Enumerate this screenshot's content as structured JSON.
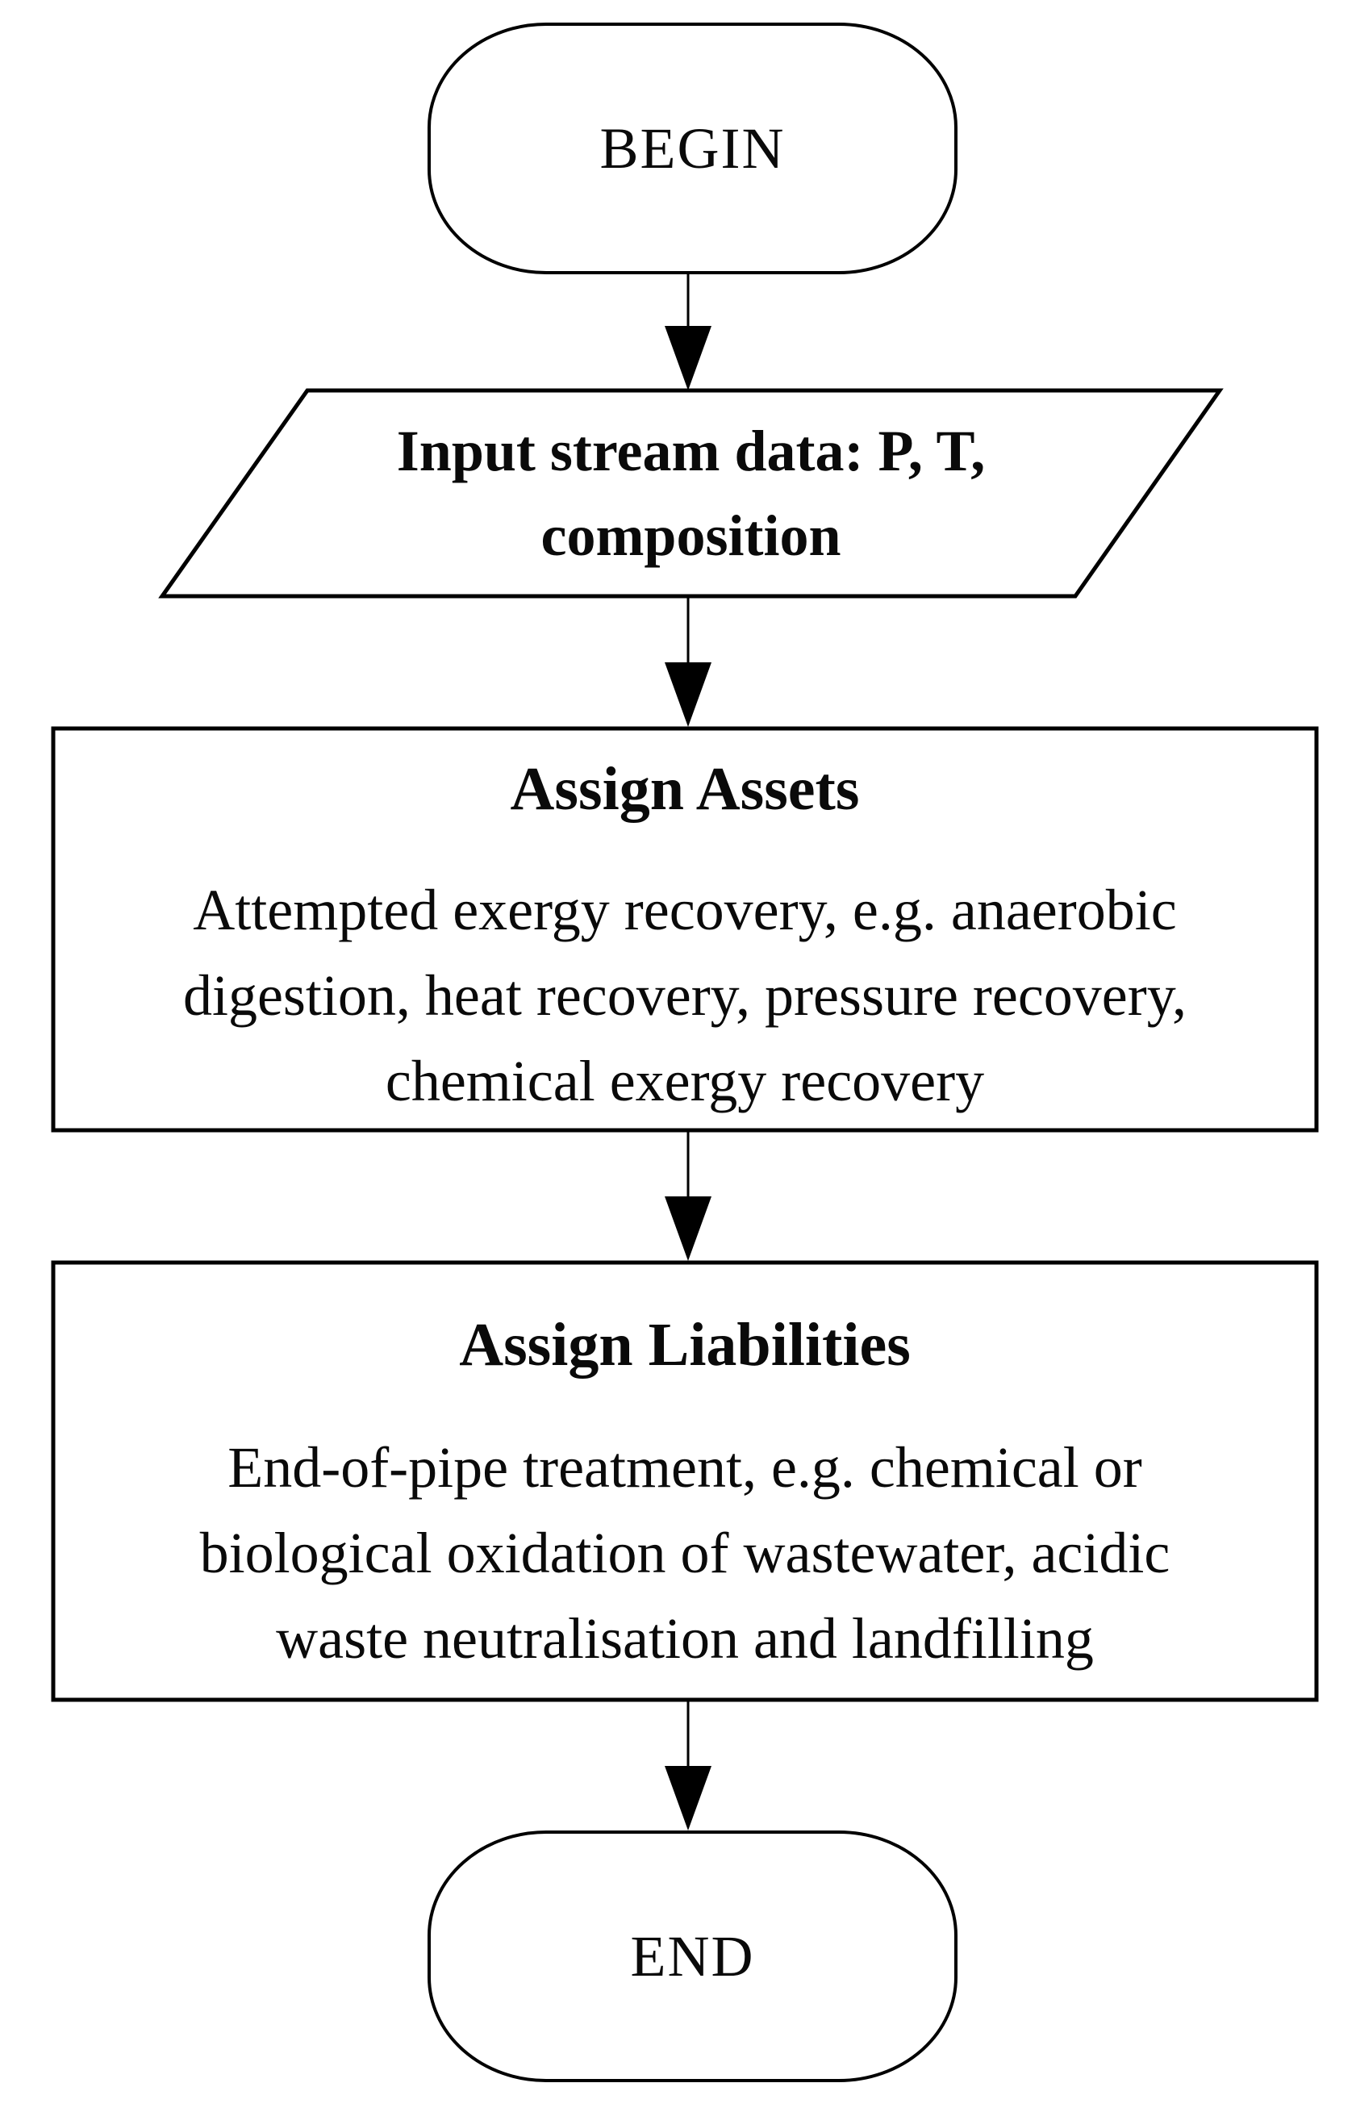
{
  "flowchart": {
    "begin": {
      "label": "BEGIN"
    },
    "input": {
      "lines": [
        "Input stream data: P, T,",
        "composition"
      ]
    },
    "assets": {
      "title": "Assign Assets",
      "body_lines": [
        "Attempted exergy recovery, e.g. anaerobic",
        "digestion, heat recovery, pressure recovery,",
        "chemical exergy recovery"
      ]
    },
    "liabilities": {
      "title": "Assign Liabilities",
      "body_lines": [
        "End-of-pipe treatment, e.g. chemical or",
        "biological oxidation of wastewater, acidic",
        "waste neutralisation and landfilling"
      ]
    },
    "end": {
      "label": "END"
    },
    "colors": {
      "stroke": "#000000",
      "fill": "#ffffff",
      "background": "#ffffff"
    }
  }
}
